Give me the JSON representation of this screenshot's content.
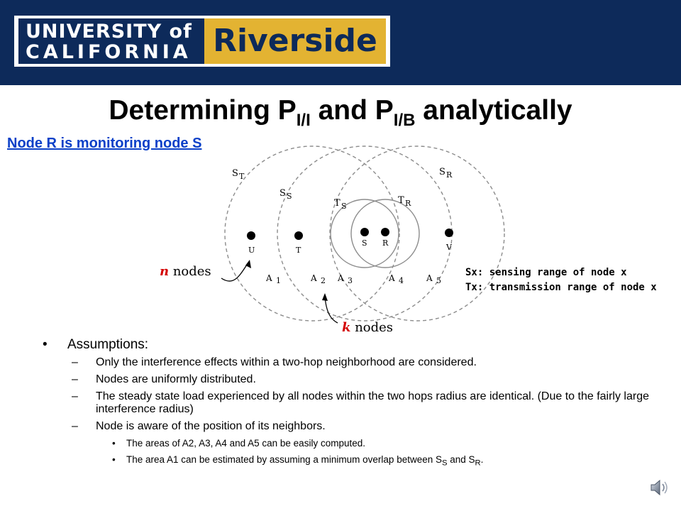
{
  "logo": {
    "line1": "UNIVERSITY of",
    "line2": "CALIFORNIA",
    "line3": "Riverside"
  },
  "title": {
    "prefix": "Determining P",
    "sub1": "I/I",
    "middle": " and P",
    "sub2": "I/B",
    "suffix": " analytically"
  },
  "subtitle": "Node R is monitoring node S",
  "diagram": {
    "region_labels": [
      "S",
      "T",
      "S",
      "S",
      "S",
      "R",
      "T",
      "S",
      "T",
      "R"
    ],
    "nodes": [
      {
        "label": "U"
      },
      {
        "label": "T"
      },
      {
        "label": "S"
      },
      {
        "label": "R"
      },
      {
        "label": "V"
      }
    ],
    "areas": [
      {
        "label": "A",
        "num": "1"
      },
      {
        "label": "A",
        "num": "2"
      },
      {
        "label": "A",
        "num": "3"
      },
      {
        "label": "A",
        "num": "4"
      },
      {
        "label": "A",
        "num": "5"
      }
    ],
    "n_nodes": {
      "var": "n",
      "text": " nodes"
    },
    "k_nodes": {
      "var": "k",
      "text": " nodes"
    }
  },
  "legend": {
    "line1": "Sx: sensing range of node x",
    "line2": "Tx: transmission range of node x"
  },
  "bullets": {
    "marker1": "•",
    "marker2": "–",
    "marker3": "•",
    "main": "Assumptions:",
    "items": [
      "Only the interference effects within a two-hop neighborhood are considered.",
      "Nodes are uniformly distributed.",
      "The steady state load experienced by all nodes within the two hops radius are identical. (Due to the fairly large interference radius)",
      "Node is aware of the position of its neighbors."
    ],
    "sub_items": [
      "The areas of A2, A3, A4 and A5 can be easily computed."
    ],
    "last": {
      "prefix": "The area A1 can be estimated by assuming a minimum overlap between S",
      "sub1": "S",
      "mid": " and S",
      "sub2": "R",
      "suffix": "."
    }
  },
  "colors": {
    "banner": "#0d2a5a",
    "gold": "#e3b332",
    "link": "#0b40c8",
    "accent": "#d40000"
  }
}
